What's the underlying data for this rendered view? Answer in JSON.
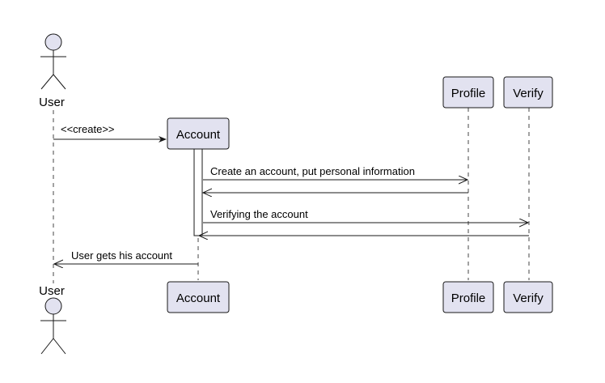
{
  "diagram": {
    "type": "sequence",
    "actors": {
      "user": {
        "label": "User"
      }
    },
    "participants": {
      "account": {
        "label": "Account"
      },
      "profile": {
        "label": "Profile"
      },
      "verify": {
        "label": "Verify"
      }
    },
    "messages": {
      "create": {
        "label": "<<create>>",
        "from": "User",
        "to": "Account"
      },
      "create_account": {
        "label": "Create an account, put personal information",
        "from": "Account",
        "to": "Profile"
      },
      "profile_return": {
        "label": "",
        "from": "Profile",
        "to": "Account"
      },
      "verifying": {
        "label": "Verifying the account",
        "from": "Account",
        "to": "Verify"
      },
      "verify_return": {
        "label": "",
        "from": "Verify",
        "to": "Account"
      },
      "user_gets": {
        "label": "User gets his account",
        "from": "Account",
        "to": "User"
      }
    },
    "colors": {
      "participant_fill": "#e2e2f0",
      "stroke": "#181818",
      "background": "#ffffff"
    }
  }
}
